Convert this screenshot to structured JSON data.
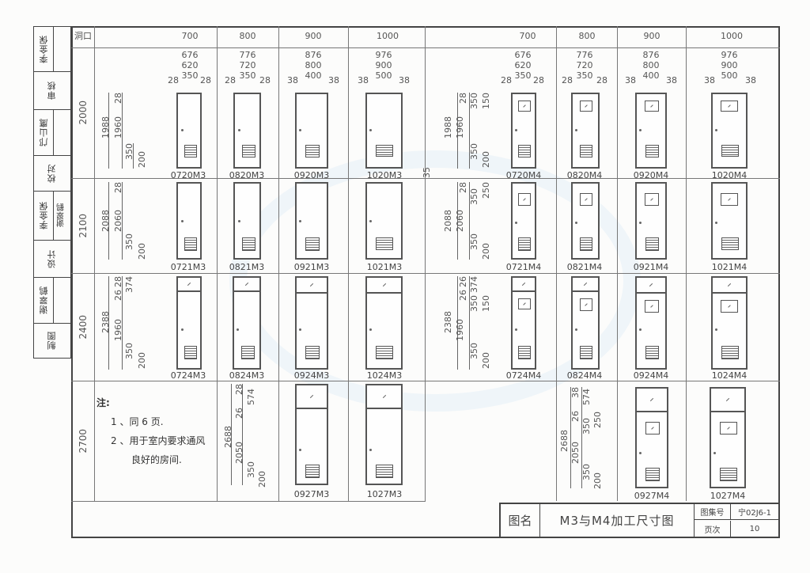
{
  "signature_block": [
    {
      "role": "",
      "name": "李金保"
    },
    {
      "role": "审核",
      "name": ""
    },
    {
      "role": "",
      "name": "邝山鹰"
    },
    {
      "role": "校对",
      "name": ""
    },
    {
      "role": "李金保",
      "name": "谢翠鹤"
    },
    {
      "role": "设计",
      "name": ""
    },
    {
      "role": "",
      "name": "谢翠鹤"
    },
    {
      "role": "制图",
      "name": ""
    }
  ],
  "header": {
    "opening_label": "洞口",
    "widths_m3": [
      "700",
      "800",
      "900",
      "1000"
    ],
    "widths_m4": [
      "700",
      "800",
      "900",
      "1000"
    ]
  },
  "width_dims": [
    {
      "overall": "676",
      "leaf": "620",
      "vent": "350",
      "side": "28"
    },
    {
      "overall": "776",
      "leaf": "720",
      "vent": "350",
      "side": "28"
    },
    {
      "overall": "876",
      "leaf": "800",
      "vent": "400",
      "side": "38"
    },
    {
      "overall": "976",
      "leaf": "900",
      "vent": "500",
      "side": "38"
    }
  ],
  "rows": [
    {
      "height": "2000",
      "m3_dims": {
        "total": "1988",
        "leaf": "1960",
        "top": "28",
        "vent": "350",
        "bottom": "200"
      },
      "m4_dims": {
        "total": "1988",
        "leaf": "1960",
        "top": "28",
        "win": "350",
        "win_offset": "150",
        "vent": "350",
        "bottom": "200",
        "extra": "35"
      },
      "m3_codes": [
        "0720M3",
        "0820M3",
        "0920M3",
        "1020M3"
      ],
      "m4_codes": [
        "0720M4",
        "0820M4",
        "0920M4",
        "1020M4"
      ]
    },
    {
      "height": "2100",
      "m3_dims": {
        "total": "2088",
        "leaf": "2060",
        "top": "28",
        "vent": "350",
        "bottom": "200"
      },
      "m4_dims": {
        "total": "2088",
        "leaf": "2060",
        "top": "28",
        "win": "350",
        "win_offset": "250",
        "vent": "350",
        "bottom": "200"
      },
      "m3_codes": [
        "0721M3",
        "0821M3",
        "0921M3",
        "1021M3"
      ],
      "m4_codes": [
        "0721M4",
        "0821M4",
        "0921M4",
        "1021M4"
      ]
    },
    {
      "height": "2400",
      "m3_dims": {
        "total": "2388",
        "leaf": "1960",
        "top": "28",
        "mid": "26",
        "transom": "374",
        "vent": "350",
        "bottom": "200"
      },
      "m4_dims": {
        "total": "2388",
        "leaf": "1960",
        "top": "26",
        "mid": "26",
        "transom": "374",
        "win": "350",
        "win_offset": "150",
        "vent": "350",
        "bottom": "200"
      },
      "m3_codes": [
        "0724M3",
        "0824M3",
        "0924M3",
        "1024M3"
      ],
      "m4_codes": [
        "0724M4",
        "0824M4",
        "0924M4",
        "1024M4"
      ]
    },
    {
      "height": "2700",
      "m3_dims": {
        "total": "2688",
        "leaf": "2050",
        "top": "28",
        "mid": "26",
        "transom": "574",
        "vent": "350",
        "bottom": "200"
      },
      "m4_dims": {
        "total": "2688",
        "leaf": "2050",
        "top": "38",
        "mid": "26",
        "transom": "574",
        "win": "350",
        "win_offset": "250",
        "vent": "350",
        "bottom": "200"
      },
      "m3_codes": [
        "0927M3",
        "1027M3"
      ],
      "m4_codes": [
        "0927M4",
        "1027M4"
      ]
    }
  ],
  "notes": {
    "title": "注:",
    "items": [
      "1 、同 6 页.",
      "2 、用于室内要求通风",
      "良好的房间."
    ]
  },
  "title_block": {
    "name_label": "图名",
    "title": "M3与M4加工尺寸图",
    "atlas_label": "图集号",
    "atlas_value": "宁02J6-1",
    "page_label": "页次",
    "page_value": "10"
  }
}
